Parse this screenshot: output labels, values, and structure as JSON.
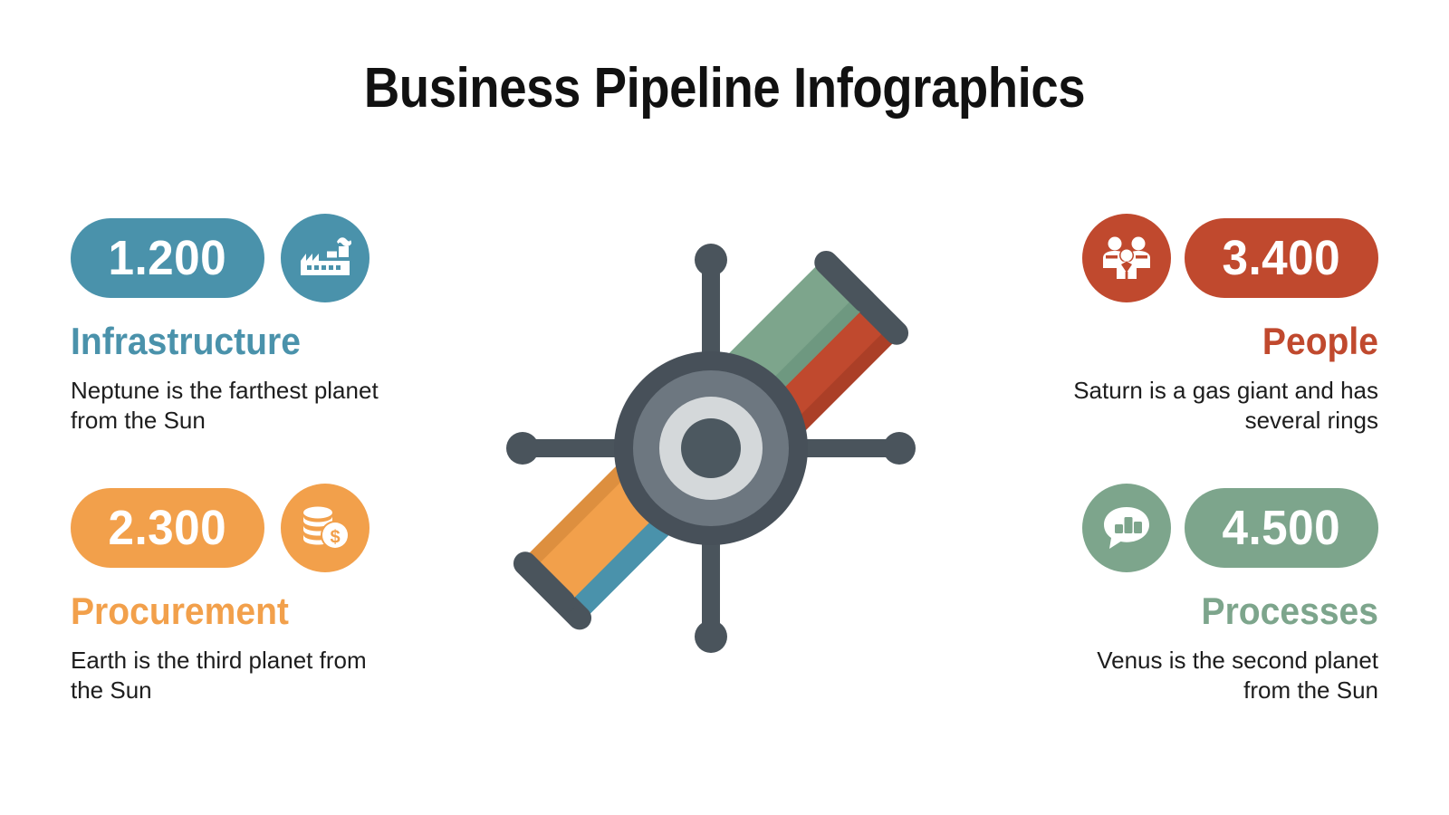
{
  "title": "Business Pipeline Infographics",
  "colors": {
    "blue": "#4a92ab",
    "blue_dark": "#3f7e95",
    "orange": "#f2a04b",
    "orange_dark": "#dd8f3f",
    "red": "#c0492e",
    "red_dark": "#ab3f27",
    "green": "#7da58c",
    "green_dark": "#6e9880",
    "hub_outer": "#475059",
    "hub_mid": "#6d7780",
    "hub_light": "#d4d8da",
    "hub_center": "#4c5860",
    "cap_dark": "#4a545c",
    "text_dark": "#1d1d1d",
    "title": "#111111"
  },
  "blocks": [
    {
      "id": "infrastructure",
      "side": "left",
      "value": "1.200",
      "label": "Infrastructure",
      "description": "Neptune is the farthest planet from the Sun",
      "icon": "factory-icon",
      "color": "#4a92ab"
    },
    {
      "id": "procurement",
      "side": "left",
      "value": "2.300",
      "label": "Procurement",
      "description": "Earth is the third planet from the Sun",
      "icon": "coins-dollar-icon",
      "color": "#f2a04b"
    },
    {
      "id": "people",
      "side": "right",
      "value": "3.400",
      "label": "People",
      "description": "Saturn is a gas giant and has several rings",
      "icon": "people-group-icon",
      "color": "#c0492e"
    },
    {
      "id": "processes",
      "side": "right",
      "value": "4.500",
      "label": "Processes",
      "description": "Venus is the second planet from the Sun",
      "icon": "speech-bubble-chart-icon",
      "color": "#7da58c"
    }
  ],
  "center_graphic": {
    "name": "pipeline-valve-hub-illustration",
    "pipes": [
      {
        "direction": "top-left",
        "color": "#4a92ab",
        "shade": "#3f7e95"
      },
      {
        "direction": "top-right",
        "color": "#c0492e",
        "shade": "#ab3f27"
      },
      {
        "direction": "bottom-left",
        "color": "#f2a04b",
        "shade": "#dd8f3f"
      },
      {
        "direction": "bottom-right",
        "color": "#7da58c",
        "shade": "#6e9880"
      }
    ],
    "stubs": [
      "top",
      "right",
      "bottom",
      "left"
    ]
  }
}
